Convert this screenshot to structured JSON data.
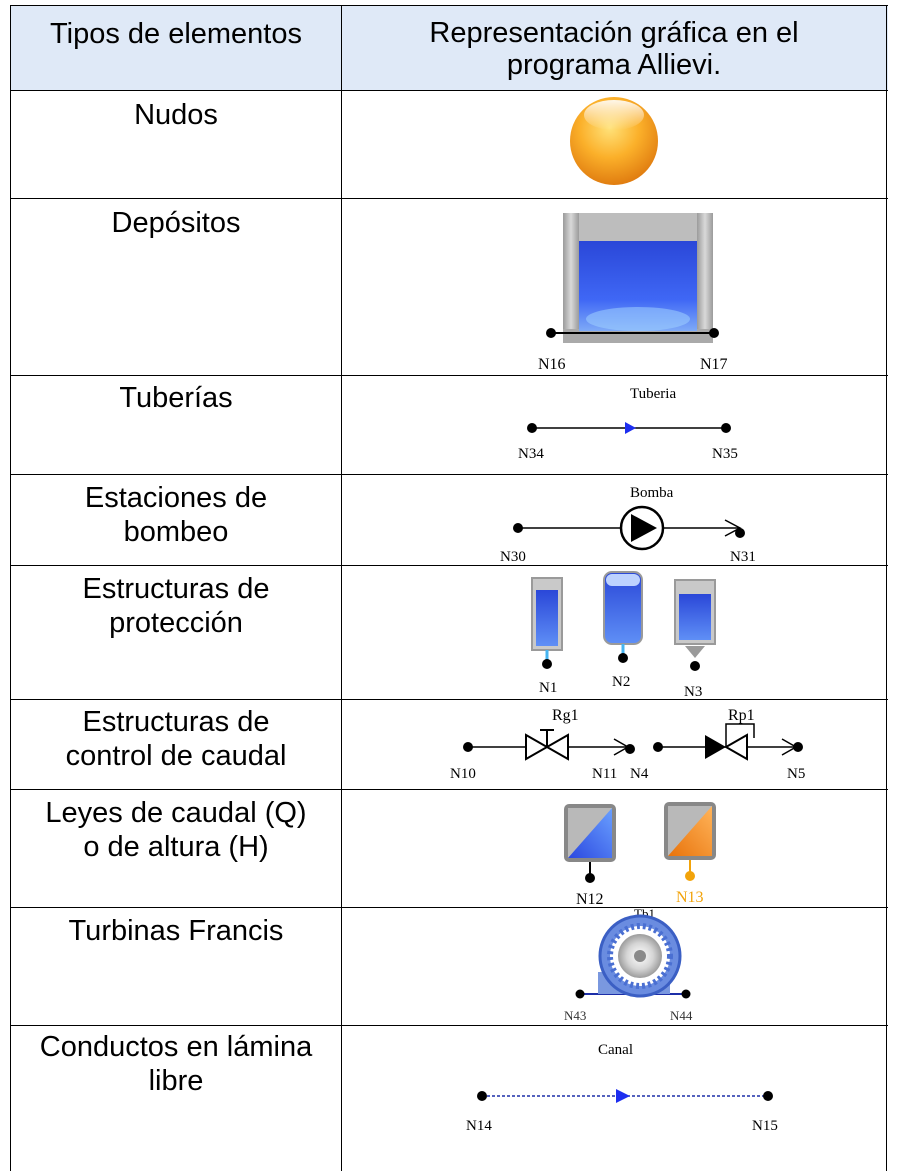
{
  "table": {
    "header": {
      "col1": "Tipos de elementos",
      "col2_line1": "Representación gráfica en el",
      "col2_line2": "programa Allievi."
    },
    "rows": [
      {
        "type": "Nudos",
        "lines": [
          "Nudos"
        ],
        "icon": "node-sphere-icon",
        "labels": []
      },
      {
        "type": "Depósitos",
        "lines": [
          "Depósitos"
        ],
        "icon": "tank-icon",
        "labels": [
          "N16",
          "N17"
        ]
      },
      {
        "type": "Tuberías",
        "lines": [
          "Tuberías"
        ],
        "icon": "pipe-icon",
        "labels": [
          "Tuberia",
          "N34",
          "N35"
        ]
      },
      {
        "type": "Estaciones de bombeo",
        "lines": [
          "Estaciones de",
          "bombeo"
        ],
        "icon": "pump-icon",
        "labels": [
          "Bomba",
          "N30",
          "N31"
        ]
      },
      {
        "type": "Estructuras de protección",
        "lines": [
          "Estructuras de",
          "protección"
        ],
        "icon": "protection-structures-icon",
        "labels": [
          "N1",
          "N2",
          "N3"
        ]
      },
      {
        "type": "Estructuras de control de caudal",
        "lines": [
          "Estructuras de",
          "control de caudal"
        ],
        "icon": "flow-control-valves-icon",
        "labels": [
          "Rg1",
          "Rp1",
          "N10",
          "N11",
          "N4",
          "N5"
        ]
      },
      {
        "type": "Leyes de caudal (Q) o de altura (H)",
        "lines": [
          "Leyes de caudal (Q)",
          "o de altura (H)"
        ],
        "icon": "flow-head-laws-icon",
        "labels": [
          "N12",
          "N13"
        ]
      },
      {
        "type": "Turbinas Francis",
        "lines": [
          "Turbinas Francis"
        ],
        "icon": "francis-turbine-icon",
        "labels": [
          "Tb1",
          "N43",
          "N44"
        ]
      },
      {
        "type": "Conductos en lámina libre",
        "lines": [
          "Conductos en lámina",
          "libre"
        ],
        "icon": "open-channel-icon",
        "labels": [
          "Canal",
          "N14",
          "N15"
        ]
      }
    ]
  },
  "colors": {
    "header_bg": "#dfe9f7",
    "water_blue": "#2f5bf0",
    "orange": "#f39a1a",
    "orange_label": "#f2a30a",
    "steel_blue": "#5a7fd6"
  }
}
